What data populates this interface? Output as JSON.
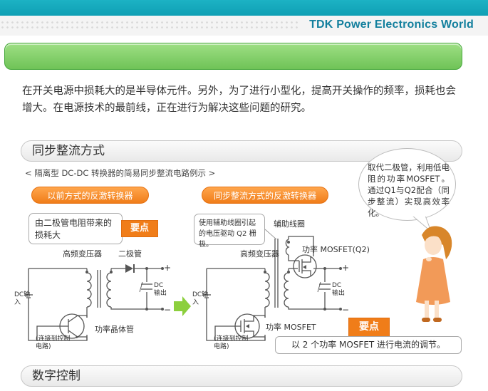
{
  "header": {
    "brand": "TDK Power Electronics World"
  },
  "intro": "在开关电源中损耗大的是半导体元件。另外，为了进行小型化，提高开关操作的频率，损耗也会增大。在电源技术的最前线，正在进行为解决这些问题的研究。",
  "sections": [
    {
      "title": "同步整流方式"
    },
    {
      "title": "数字控制"
    }
  ],
  "figure": {
    "subtitle": "< 隔离型 DC-DC 转换器的简易同步整流电路例示 >",
    "left": {
      "pill": "以前方式的反激转换器",
      "callout": "由二极管电阻带来的损耗大",
      "key": "要点",
      "transformer": "高频变压器",
      "diode": "二极管",
      "dc_in": "DC输入",
      "dc_out": "DC输出",
      "switch": "功率晶体管",
      "control": "(连接到控制电路)",
      "plus": "+",
      "minus": "−"
    },
    "right": {
      "pill": "同步整流方式的反激转换器",
      "callout": "使用辅助线圈引起的电压驱动 Q2 栅极。",
      "aux": "辅助线圈",
      "transformer": "高频变压器",
      "mosfet_q2": "功率 MOSFET(Q2)",
      "dc_in": "DC输入",
      "dc_out": "DC输出",
      "switch": "功率 MOSFET",
      "control": "(连接到控制电路)",
      "plus": "+",
      "minus": "−",
      "key": "要点",
      "summary": "以 2 个功率 MOSFET 进行电流的调节。"
    },
    "bubble": "取代二极管，利用低电阻的功率MOSFET。通过Q1与Q2配合（同步整流）实现高效率化。"
  },
  "colors": {
    "teal": "#1cb2c4",
    "green": "#6fc357",
    "orange": "#f07d19",
    "circuit": "#555555"
  }
}
